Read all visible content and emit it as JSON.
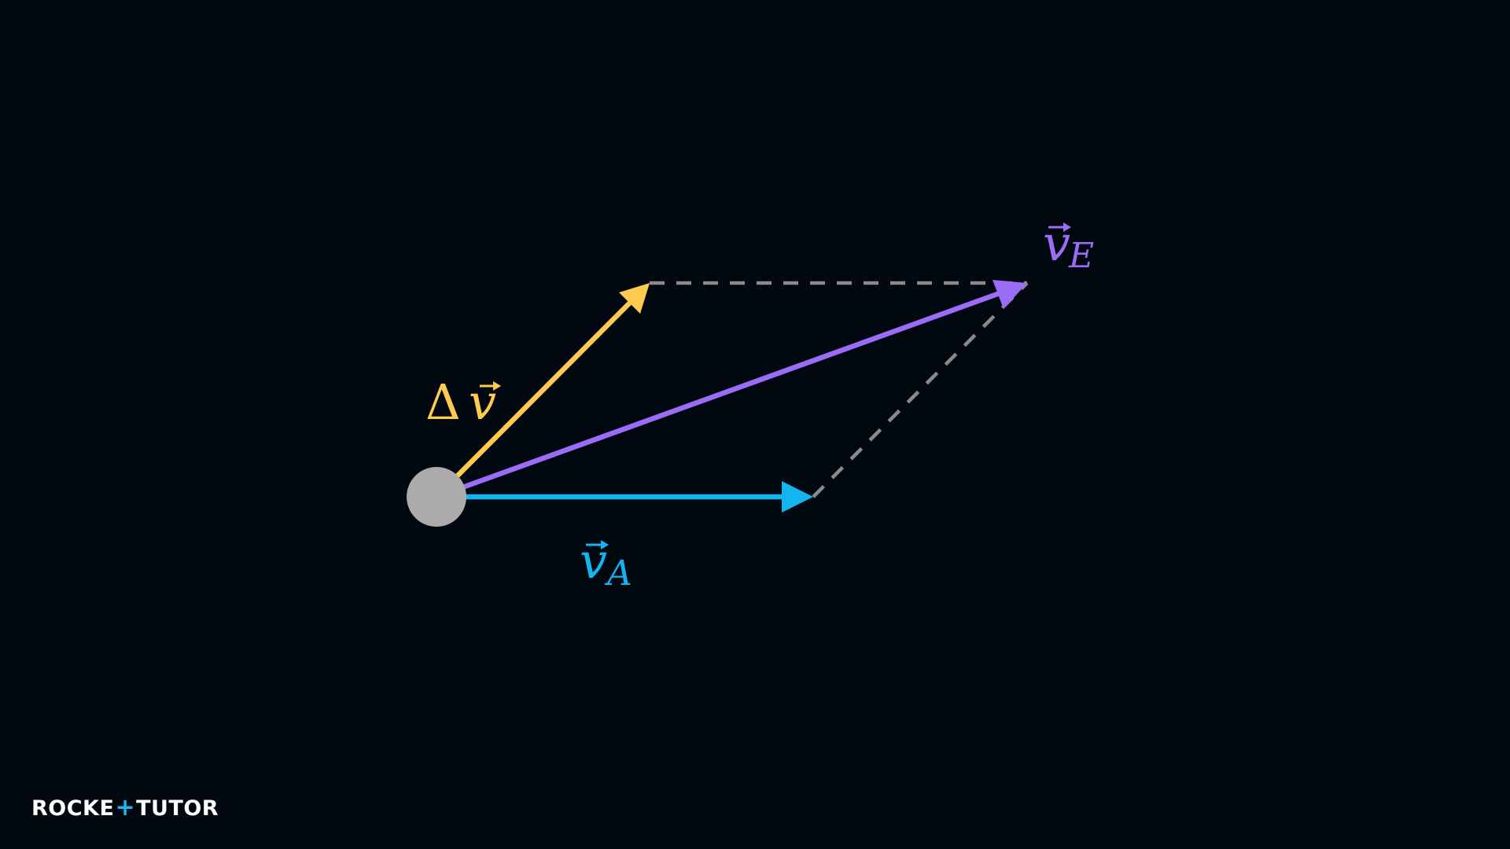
{
  "diagram": {
    "vectors": [
      {
        "id": "delta-v",
        "symbol": "Δ",
        "letter": "v",
        "subscript": "",
        "color": "#ffcb4f"
      },
      {
        "id": "v-e",
        "symbol": "",
        "letter": "v",
        "subscript": "E",
        "color": "#9b6cf6"
      },
      {
        "id": "v-a",
        "symbol": "",
        "letter": "v",
        "subscript": "A",
        "color": "#11b5f0"
      }
    ],
    "origin_marker_color": "#ababab",
    "construction_line_color": "#8a8a8a",
    "background_color": "#020810"
  },
  "brand": {
    "part1": "ROCKE",
    "plus": "+",
    "part2": "TUTOR"
  }
}
